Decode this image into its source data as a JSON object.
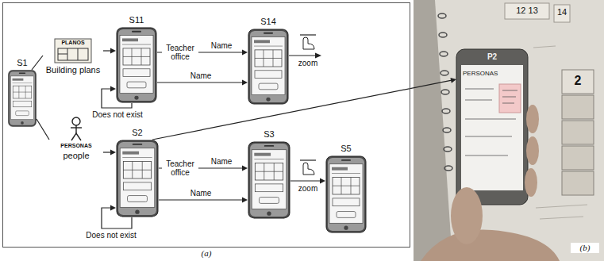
{
  "diagram": {
    "nodes": [
      {
        "text": [
          "(a)"
        ]
      },
      {
        "text": [
          "S1"
        ],
        "in": 0
      },
      {
        "text": [
          "PLANOS",
          "Building plans"
        ],
        "in": 0
      },
      {
        "text": [
          "S11"
        ],
        "in": 0
      },
      {
        "text": [
          "S14"
        ],
        "in": 0
      },
      {
        "text": [
          "PERSONAS",
          "people"
        ],
        "in": 0
      },
      {
        "text": [
          "S2"
        ],
        "in": 0
      },
      {
        "text": [
          "S3"
        ],
        "in": 0
      },
      {
        "text": [
          "S5"
        ],
        "in": 0
      },
      {
        "text": [
          "(b)"
        ]
      },
      {
        "text": [
          "P2",
          "PERSONAS"
        ],
        "in": 9
      }
    ],
    "edges": [
      {
        "from": 1,
        "to": 2,
        "arrow": "none"
      },
      {
        "from": 2,
        "to": 3,
        "arrow": "to"
      },
      {
        "from": 3,
        "to": 4,
        "label": "Teacher office",
        "arrow": "to"
      },
      {
        "from": 3,
        "to": 4,
        "label": "Name",
        "arrow": "to"
      },
      {
        "from": 3,
        "to": 3,
        "label": "Does not exist",
        "arrow": "to"
      },
      {
        "from": 1,
        "to": 5,
        "arrow": "none"
      },
      {
        "from": 5,
        "to": 6,
        "arrow": "to"
      },
      {
        "from": 6,
        "to": 7,
        "label": "Teacher office",
        "arrow": "to"
      },
      {
        "from": 6,
        "to": 7,
        "label": "Name",
        "arrow": "to"
      },
      {
        "from": 6,
        "to": 6,
        "label": "Does not exist",
        "arrow": "to"
      },
      {
        "from": 7,
        "to": 8,
        "arrow": "to"
      },
      {
        "from": 6,
        "to": 10,
        "arrow": "to"
      }
    ],
    "labels": [
      "Name",
      "zoom",
      "Name",
      "zoom",
      "12 13",
      "14",
      "2"
    ]
  }
}
